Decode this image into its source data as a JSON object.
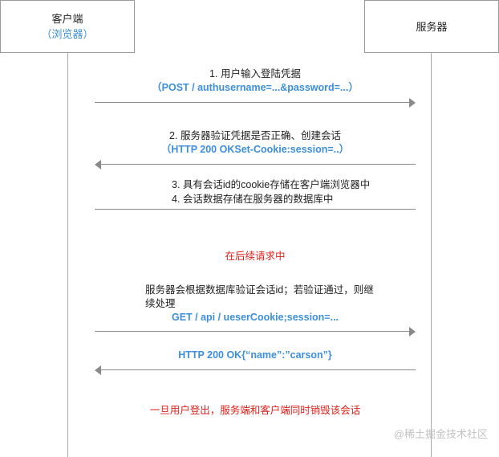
{
  "actors": {
    "client": {
      "title": "客户端",
      "subtitle": "（浏览器）"
    },
    "server": {
      "title": "服务器"
    }
  },
  "messages": {
    "m1": {
      "label": "1. 用户输入登陆凭据",
      "detail": "（POST / authusername=...&password=...）"
    },
    "m2": {
      "label": "2. 服务器验证凭据是否正确、创建会话",
      "detail": "（HTTP 200 OKSet-Cookie:session=..）"
    },
    "m3": {
      "line1": "3. 具有会话id的cookie存储在客户端浏览器中",
      "line2": "4. 会话数据存储在服务器的数据库中"
    },
    "section": "在后续请求中",
    "m5": {
      "line1": "服务器会根据数据库验证会话id；若验证通过，则继",
      "line2": "续处理",
      "detail": "GET / api / ueserCookie;session=..."
    },
    "m6": {
      "detail": "HTTP 200 OK{“name”:”carson”}"
    },
    "logout": "一旦用户登出，服务端和客户端同时销毁该会话"
  },
  "watermark": "@稀土掘金技术社区",
  "colors": {
    "accent": "#3d8fdc",
    "alert": "#e0201b",
    "line": "#8a8a8a"
  }
}
